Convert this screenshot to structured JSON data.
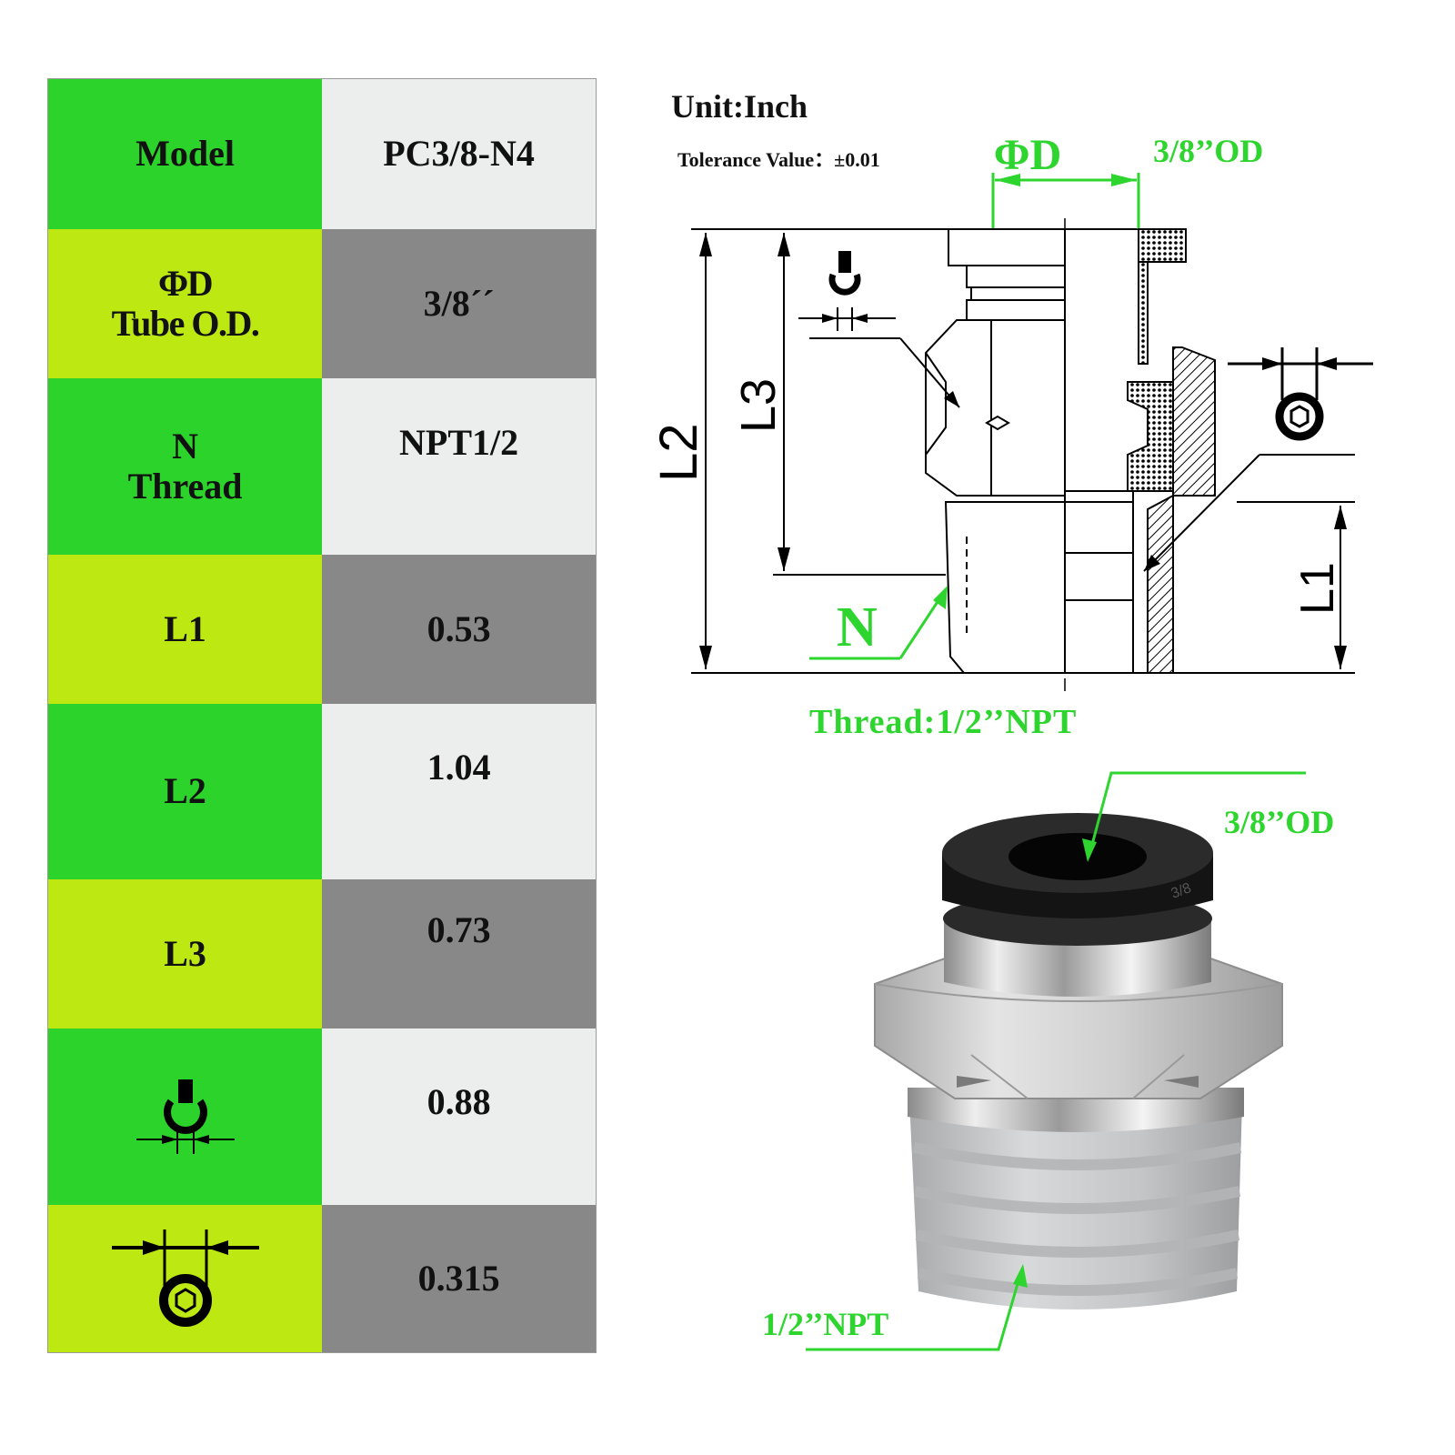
{
  "colors": {
    "green": "#2bd32b",
    "lime": "#bde812",
    "light_gray": "#eceeed",
    "dark_gray": "#888888",
    "callout_green": "#2fd52f"
  },
  "spec_table": {
    "rows": [
      {
        "label": "Model",
        "value": "PC3/8-N4",
        "label_bg": "green",
        "value_bg": "light_gray"
      },
      {
        "label": "ΦD\nTube O.D.",
        "value": "3/8´´",
        "label_bg": "lime",
        "value_bg": "dark_gray"
      },
      {
        "label": "N\nThread",
        "value": "NPT1/2",
        "label_bg": "green",
        "value_bg": "light_gray"
      },
      {
        "label": "L1",
        "value": "0.53",
        "label_bg": "lime",
        "value_bg": "dark_gray"
      },
      {
        "label": "L2",
        "value": "1.04",
        "label_bg": "green",
        "value_bg": "light_gray"
      },
      {
        "label": "L3",
        "value": "0.73",
        "label_bg": "lime",
        "value_bg": "dark_gray"
      },
      {
        "label_icon": "wrench-width-icon",
        "value": "0.88",
        "label_bg": "green",
        "value_bg": "light_gray"
      },
      {
        "label_icon": "hex-key-width-icon",
        "value": "0.315",
        "label_bg": "lime",
        "value_bg": "dark_gray"
      }
    ]
  },
  "drawing": {
    "unit": "Unit:Inch",
    "tolerance": "Tolerance Value：±0.01",
    "phi_d_label": "ΦD",
    "od_label": "3/8’’OD",
    "l1_label": "L1",
    "l2_label": "L2",
    "l3_label": "L3",
    "n_label": "N",
    "thread_label": "Thread:1/2’’NPT",
    "icons": [
      "wrench-width-icon",
      "hex-key-width-icon"
    ]
  },
  "photo": {
    "od_callout": "3/8’’OD",
    "npt_callout": "1/2’’NPT",
    "collet_marking": "3/8"
  }
}
